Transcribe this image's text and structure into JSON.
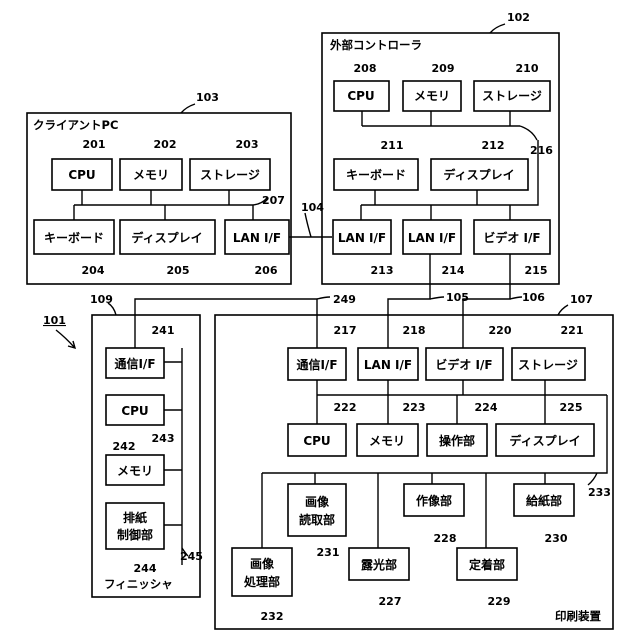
{
  "figure_label": "101",
  "groups": {
    "g102": {
      "title": "外部コントローラ",
      "ref": "102"
    },
    "g103": {
      "title": "クライアントPC",
      "ref": "103"
    },
    "g109": {
      "title": "フィニッシャ",
      "ref": "109"
    },
    "g107": {
      "title": "印刷装置",
      "ref": "107"
    }
  },
  "blocks": {
    "b208": {
      "label": "CPU",
      "ref": "208"
    },
    "b209": {
      "label": "メモリ",
      "ref": "209"
    },
    "b210": {
      "label": "ストレージ",
      "ref": "210"
    },
    "b211": {
      "label": "キーボード",
      "ref": "211"
    },
    "b212": {
      "label": "ディスプレイ",
      "ref": "212"
    },
    "b213": {
      "label": "LAN I/F",
      "ref": "213"
    },
    "b214": {
      "label": "LAN I/F",
      "ref": "214"
    },
    "b215": {
      "label": "ビデオ I/F",
      "ref": "215"
    },
    "b201": {
      "label": "CPU",
      "ref": "201"
    },
    "b202": {
      "label": "メモリ",
      "ref": "202"
    },
    "b203": {
      "label": "ストレージ",
      "ref": "203"
    },
    "b204": {
      "label": "キーボード",
      "ref": "204"
    },
    "b205": {
      "label": "ディスプレイ",
      "ref": "205"
    },
    "b206": {
      "label": "LAN I/F",
      "ref": "206"
    },
    "b241": {
      "label": "通信I/F",
      "ref": "241"
    },
    "b242": {
      "label": "CPU",
      "ref": "242"
    },
    "b243": {
      "label": "メモリ",
      "ref": "243"
    },
    "b244": {
      "label1": "排紙",
      "label2": "制御部",
      "ref": "244"
    },
    "b217": {
      "label": "通信I/F",
      "ref": "217"
    },
    "b218": {
      "label": "LAN I/F",
      "ref": "218"
    },
    "b220": {
      "label": "ビデオ I/F",
      "ref": "220"
    },
    "b221": {
      "label": "ストレージ",
      "ref": "221"
    },
    "b222": {
      "label": "CPU",
      "ref": "222"
    },
    "b223": {
      "label": "メモリ",
      "ref": "223"
    },
    "b224": {
      "label": "操作部",
      "ref": "224"
    },
    "b225": {
      "label": "ディスプレイ",
      "ref": "225"
    },
    "b231": {
      "label1": "画像",
      "label2": "読取部",
      "ref": "231"
    },
    "b228": {
      "label": "作像部",
      "ref": "228"
    },
    "b230": {
      "label": "給紙部",
      "ref": "230"
    },
    "b232": {
      "label1": "画像",
      "label2": "処理部",
      "ref": "232"
    },
    "b227": {
      "label": "露光部",
      "ref": "227"
    },
    "b229": {
      "label": "定着部",
      "ref": "229"
    }
  },
  "connections": {
    "c104": "104",
    "c105": "105",
    "c106": "106",
    "c216": "216",
    "c207": "207",
    "c249": "249",
    "c245": "245",
    "c233": "233"
  }
}
